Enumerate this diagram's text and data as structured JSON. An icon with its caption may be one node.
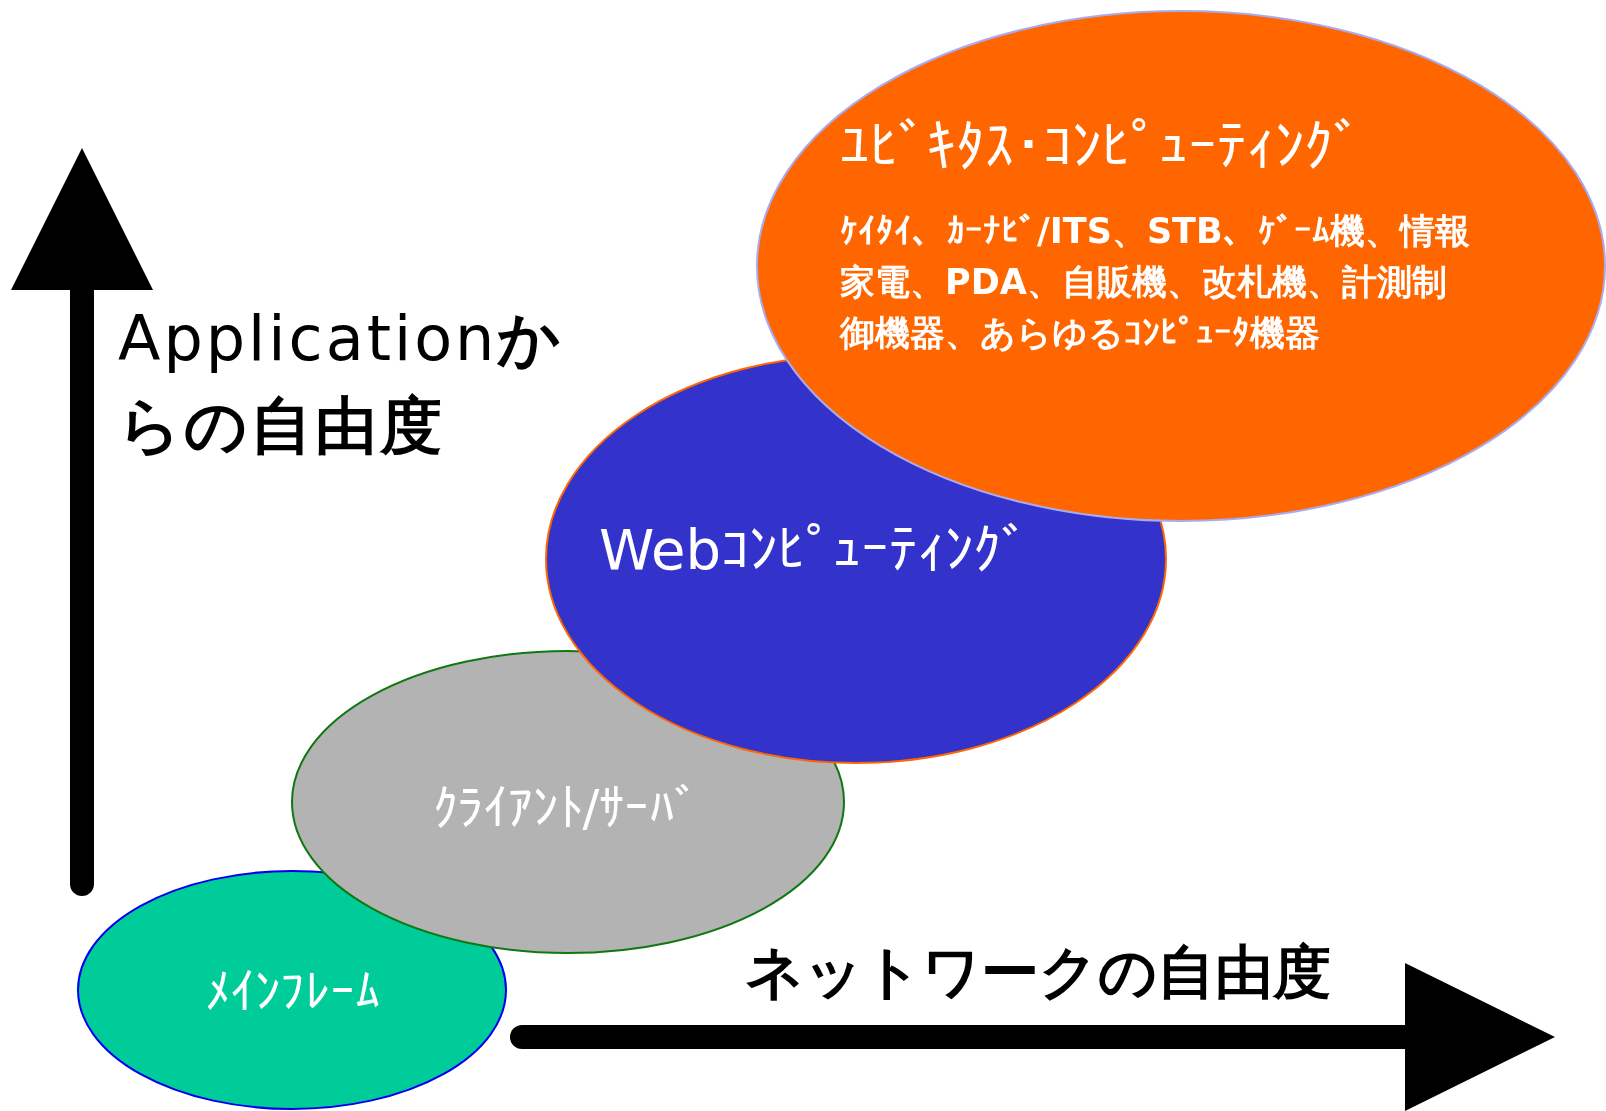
{
  "diagram": {
    "nodes": [
      {
        "text": [
          "ﾕﾋﾞｷﾀｽ･ｺﾝﾋﾟｭｰﾃｨﾝｸﾞ",
          "ｹｲﾀｲ、ｶｰﾅﾋﾞ/ITS、STB、ｹﾞｰﾑ機、情報家電、PDA、自販機、改札機、計測制御機器、あらゆるｺﾝﾋﾟｭｰﾀ機器"
        ]
      },
      {
        "text": [
          "Webｺﾝﾋﾟｭｰﾃｨﾝｸﾞ"
        ]
      },
      {
        "text": [
          "ｸﾗｲｱﾝﾄ/ｻｰﾊﾞ"
        ]
      },
      {
        "text": [
          "ﾒｲﾝﾌﾚｰﾑ"
        ]
      }
    ],
    "edges": [],
    "labels": [
      "Application**からの自由度**",
      "ネットワークの自由度"
    ]
  }
}
